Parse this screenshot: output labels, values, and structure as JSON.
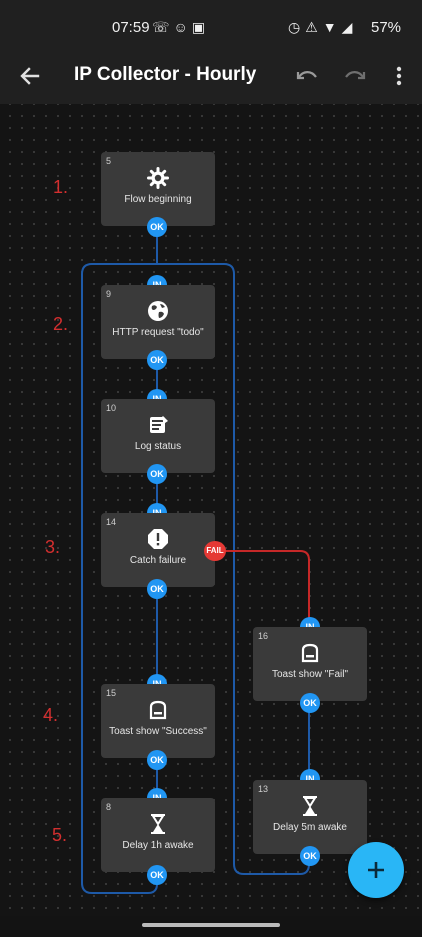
{
  "status_bar": {
    "time": "07:59",
    "left_icons": [
      "whatsapp-icon",
      "bubble-icon",
      "image-icon"
    ],
    "right_icons": [
      "alarm-icon",
      "mute-icon",
      "wifi-icon",
      "signal-icon"
    ],
    "battery": "57%"
  },
  "app_bar": {
    "title": "IP Collector - Hourly",
    "back_icon": "back-arrow-icon",
    "undo_icon": "undo-icon",
    "redo_icon": "redo-icon",
    "menu_icon": "more-vert-icon"
  },
  "colors": {
    "port": "#2196f3",
    "fail_port": "#e53935",
    "wire_blue": "#1e5aa8",
    "wire_red": "#c62828",
    "node_bg": "#3a3a3a",
    "fab": "#29b6f6",
    "step_marker": "#d32f2f"
  },
  "step_markers": [
    "1.",
    "2.",
    "3.",
    "4.",
    "5."
  ],
  "nodes": {
    "flow_beginning": {
      "id": "5",
      "label": "Flow beginning",
      "icon": "gear-icon",
      "out": "OK"
    },
    "http_request": {
      "id": "9",
      "label": "HTTP request \"todo\"",
      "icon": "globe-icon",
      "in": "IN",
      "out": "OK"
    },
    "log_status": {
      "id": "10",
      "label": "Log status",
      "icon": "log-icon",
      "in": "IN",
      "out": "OK"
    },
    "catch_failure": {
      "id": "14",
      "label": "Catch failure",
      "icon": "alert-icon",
      "in": "IN",
      "out": "OK",
      "fail": "FAIL"
    },
    "toast_success": {
      "id": "15",
      "label": "Toast show \"Success\"",
      "icon": "toast-icon",
      "in": "IN",
      "out": "OK"
    },
    "delay_1h": {
      "id": "8",
      "label": "Delay 1h awake",
      "icon": "hourglass-icon",
      "in": "IN",
      "out": "OK"
    },
    "toast_fail": {
      "id": "16",
      "label": "Toast show \"Fail\"",
      "icon": "toast-icon",
      "in": "IN",
      "out": "OK"
    },
    "delay_5m": {
      "id": "13",
      "label": "Delay 5m awake",
      "icon": "hourglass-icon",
      "in": "IN",
      "out": "OK"
    }
  },
  "fab": {
    "icon": "plus-icon"
  }
}
